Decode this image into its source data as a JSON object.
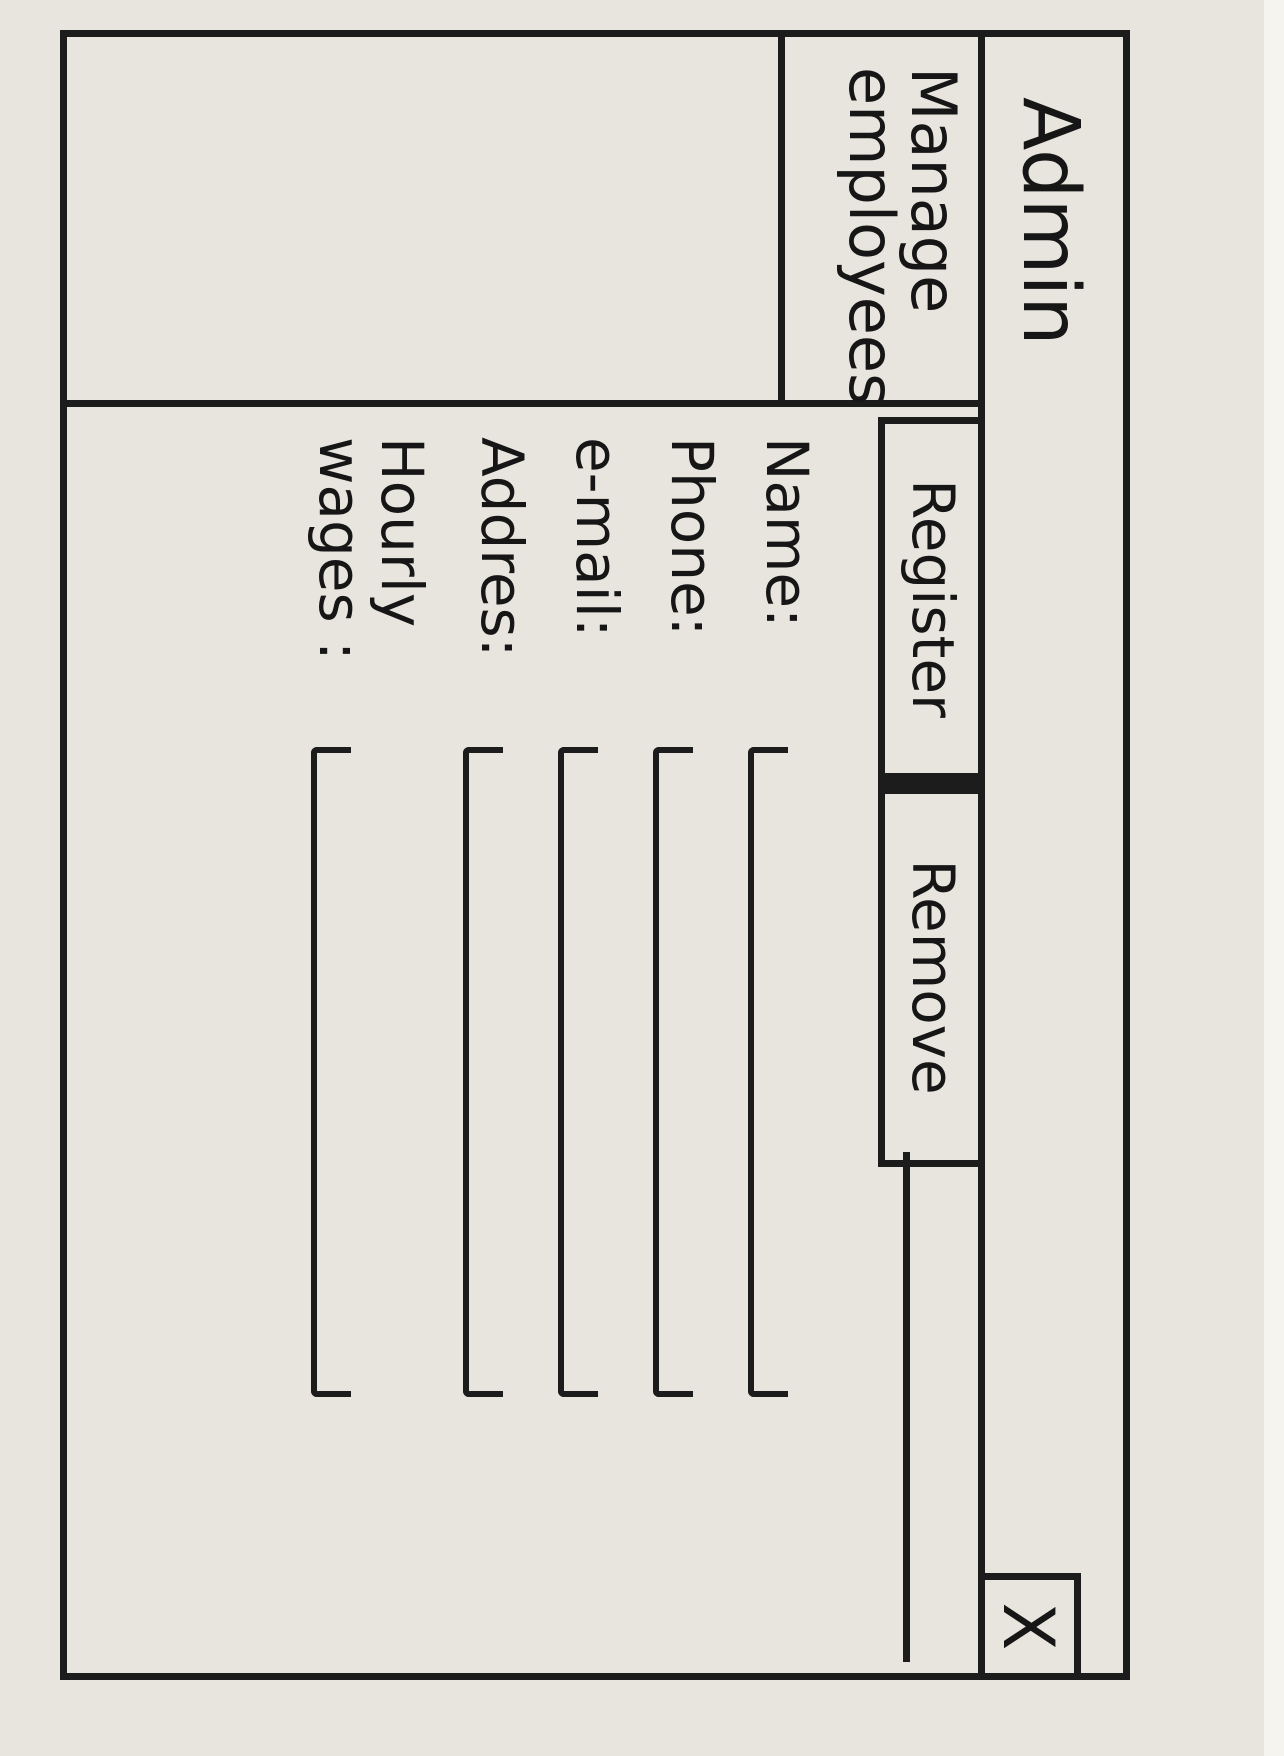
{
  "window": {
    "title": "Admin",
    "close_label": "X"
  },
  "nav": {
    "items": [
      {
        "line1": "Manage",
        "line2": "employees"
      }
    ]
  },
  "tabs": [
    {
      "label": "Register"
    },
    {
      "label": "Remove"
    }
  ],
  "form": {
    "fields": [
      {
        "label": "Name:",
        "value": ""
      },
      {
        "label": "Phone:",
        "value": ""
      },
      {
        "label": "e-mail:",
        "value": ""
      },
      {
        "label": "Addres:",
        "value": ""
      },
      {
        "label": "Hourly\nwages :",
        "value": ""
      }
    ]
  }
}
